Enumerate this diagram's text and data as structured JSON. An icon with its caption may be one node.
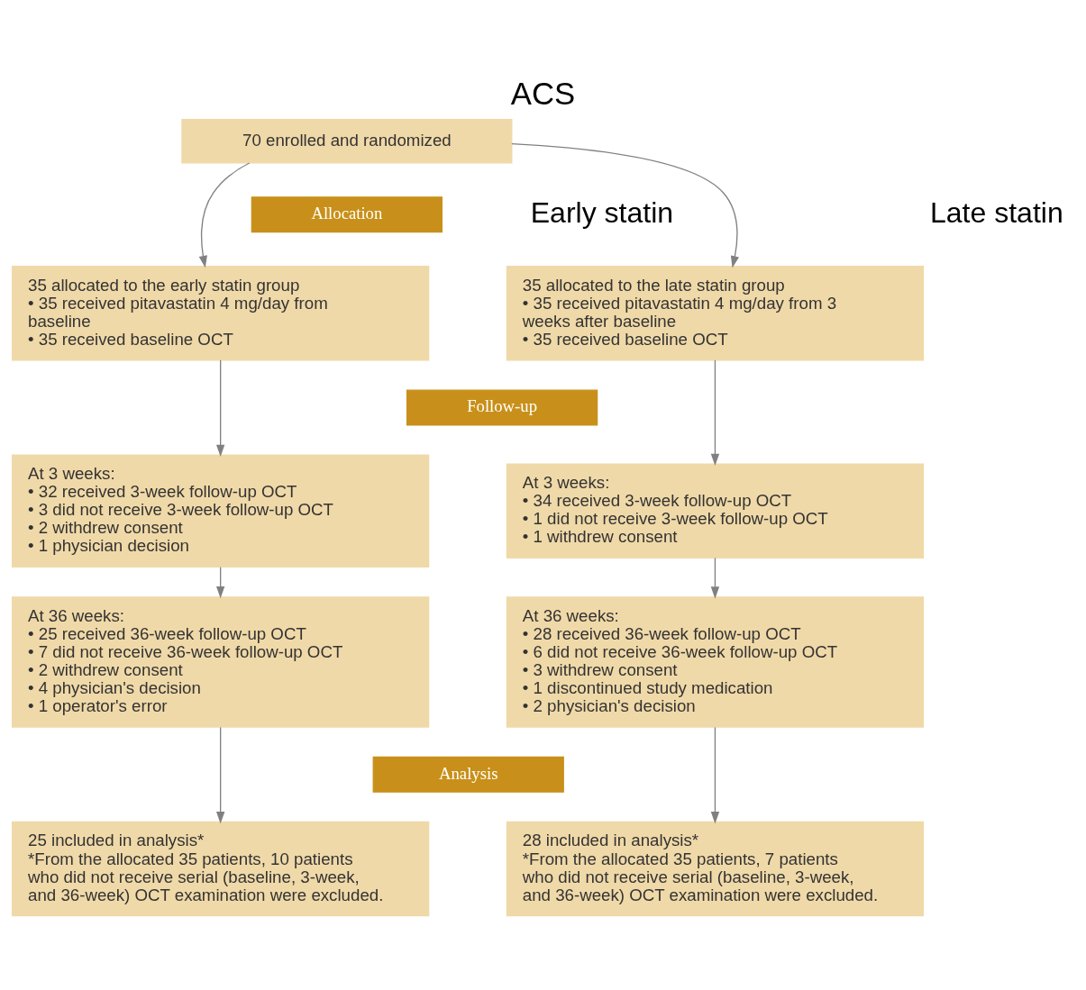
{
  "diagram": {
    "title": "ACS",
    "nodes": [
      {
        "text": [
          "70 enrolled and randomized"
        ]
      },
      {
        "text": [
          "Allocation"
        ]
      },
      {
        "text": [
          "35 allocated to the early statin group",
          "• 35 received pitavastatin 4 mg/day from baseline",
          "• 35 received baseline OCT"
        ]
      },
      {
        "text": [
          "35 allocated to the late statin group",
          "• 35 received pitavastatin 4 mg/day from 3 weeks after baseline",
          "• 35 received baseline OCT"
        ]
      },
      {
        "text": [
          "Follow-up"
        ]
      },
      {
        "text": [
          "At 3 weeks:",
          "• 32 received 3-week follow-up OCT",
          "• 3 did not receive 3-week follow-up OCT",
          "• 2 withdrew consent",
          "• 1 physician decision"
        ]
      },
      {
        "text": [
          "At 3 weeks:",
          "• 34 received 3-week follow-up OCT",
          "• 1 did not receive 3-week follow-up OCT",
          "• 1 withdrew consent"
        ]
      },
      {
        "text": [
          "At 36 weeks:",
          "• 25 received 36-week follow-up OCT",
          "• 7 did not receive 36-week follow-up OCT",
          "• 2 withdrew consent",
          "• 4 physician's decision",
          "• 1 operator's error"
        ]
      },
      {
        "text": [
          "At 36 weeks:",
          "• 28 received 36-week follow-up OCT",
          "• 6 did not receive 36-week follow-up OCT",
          "• 3 withdrew consent",
          "• 1 discontinued study medication",
          "• 2 physician's decision"
        ]
      },
      {
        "text": [
          "Analysis"
        ]
      },
      {
        "text": [
          "25 included in analysis*",
          "*From the allocated 35 patients, 10 patients who did not receive serial (baseline, 3-week, and 36-week) OCT examination were excluded."
        ]
      },
      {
        "text": [
          "28 included in analysis*",
          "*From the allocated 35 patients, 7 patients who did not receive serial (baseline, 3-week, and 36-week) OCT examination were excluded."
        ]
      }
    ],
    "edges": [
      {
        "from": 0,
        "to": 2,
        "arrow": "to"
      },
      {
        "from": 0,
        "to": 3,
        "arrow": "to"
      },
      {
        "from": 2,
        "to": 5,
        "arrow": "to"
      },
      {
        "from": 3,
        "to": 6,
        "arrow": "to"
      },
      {
        "from": 5,
        "to": 7,
        "arrow": "to"
      },
      {
        "from": 6,
        "to": 8,
        "arrow": "to"
      },
      {
        "from": 7,
        "to": 10,
        "arrow": "to"
      },
      {
        "from": 8,
        "to": 11,
        "arrow": "to"
      }
    ],
    "labels": [
      "Early statin",
      "Late statin"
    ]
  }
}
